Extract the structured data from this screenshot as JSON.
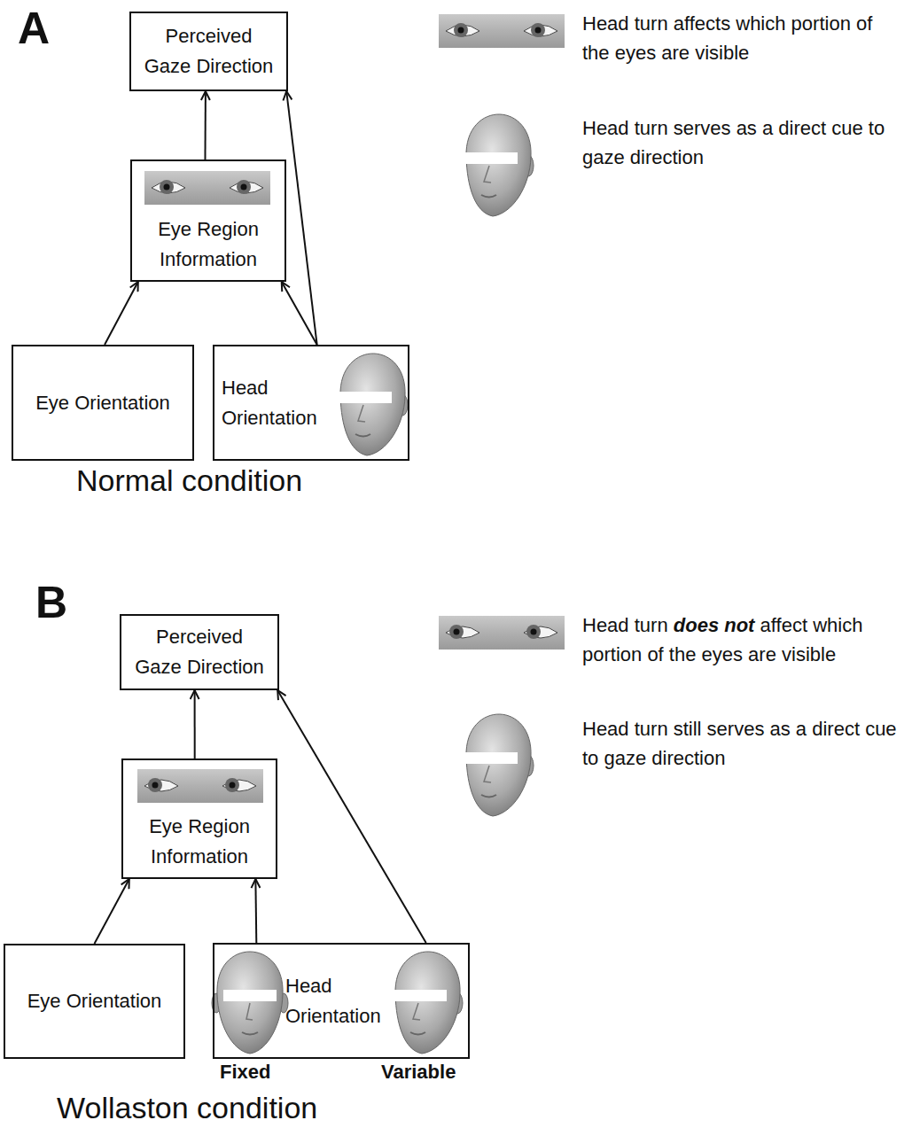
{
  "diagram": {
    "nodes": [
      {
        "text": [
          "Perceived Gaze Direction"
        ]
      },
      {
        "text": [
          "Eye Region Information"
        ]
      },
      {
        "text": [
          "Eye Orientation"
        ]
      },
      {
        "text": [
          "Head Orientation"
        ]
      },
      {
        "text": [
          "Perceived Gaze Direction"
        ]
      },
      {
        "text": [
          "Eye Region Information"
        ]
      },
      {
        "text": [
          "Eye Orientation"
        ]
      },
      {
        "text": [
          "Head Orientation"
        ]
      }
    ],
    "edges": [
      {
        "from": 2,
        "to": 1,
        "arrow": "to"
      },
      {
        "from": 3,
        "to": 1,
        "arrow": "to"
      },
      {
        "from": 3,
        "to": 0,
        "arrow": "to"
      },
      {
        "from": 1,
        "to": 0,
        "arrow": "to"
      },
      {
        "from": 6,
        "to": 5,
        "arrow": "to"
      },
      {
        "from": 7,
        "to": 5,
        "arrow": "to"
      },
      {
        "from": 7,
        "to": 4,
        "arrow": "to"
      },
      {
        "from": 5,
        "to": 4,
        "arrow": "to"
      }
    ],
    "labels": [
      "A",
      "Head turn affects which portion of the eyes are visible",
      "Head turn serves as a direct cue to gaze direction",
      "Normal condition",
      "B",
      "Head turn",
      "does not",
      "affect which portion of the eyes are visible",
      "Head turn still serves as a direct cue to gaze direction",
      "Fixed",
      "Variable",
      "Wollaston condition"
    ]
  }
}
